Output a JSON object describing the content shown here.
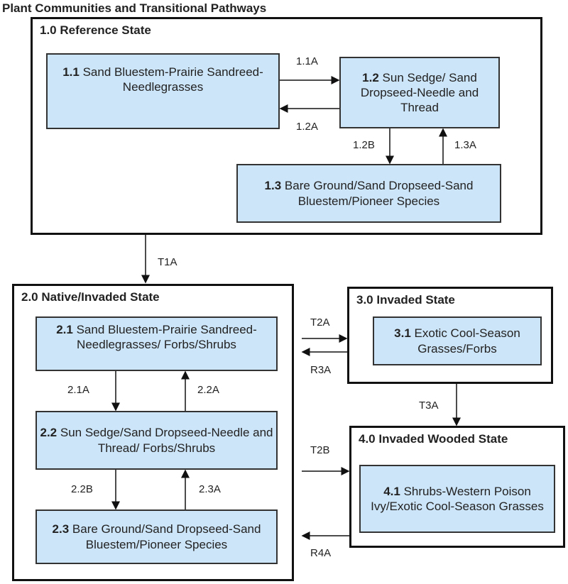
{
  "title": "Plant Communities and Transitional Pathways",
  "states": [
    {
      "id": "1.0",
      "title": "1.0 Reference State",
      "communities": [
        {
          "num": "1.1",
          "name": "Sand Bluestem-Prairie Sandreed-Needlegrasses"
        },
        {
          "num": "1.2",
          "name": "Sun Sedge/ Sand Dropseed-Needle and Thread"
        },
        {
          "num": "1.3",
          "name": "Bare Ground/Sand Dropseed-Sand Bluestem/Pioneer Species"
        }
      ]
    },
    {
      "id": "2.0",
      "title": "2.0 Native/Invaded State",
      "communities": [
        {
          "num": "2.1",
          "name": "Sand Bluestem-Prairie Sandreed-Needlegrasses/ Forbs/Shrubs"
        },
        {
          "num": "2.2",
          "name": "Sun Sedge/Sand Dropseed-Needle and Thread/ Forbs/Shrubs"
        },
        {
          "num": "2.3",
          "name": "Bare Ground/Sand Dropseed-Sand Bluestem/Pioneer Species"
        }
      ]
    },
    {
      "id": "3.0",
      "title": "3.0 Invaded State",
      "communities": [
        {
          "num": "3.1",
          "name": "Exotic Cool-Season Grasses/Forbs"
        }
      ]
    },
    {
      "id": "4.0",
      "title": "4.0 Invaded Wooded State",
      "communities": [
        {
          "num": "4.1",
          "name": "Shrubs-Western Poison Ivy/Exotic Cool-Season Grasses"
        }
      ]
    }
  ],
  "pathways": {
    "p11A": "1.1A",
    "p12A": "1.2A",
    "p12B": "1.2B",
    "p13A": "1.3A",
    "T1A": "T1A",
    "p21A": "2.1A",
    "p22A": "2.2A",
    "p22B": "2.2B",
    "p23A": "2.3A",
    "T2A": "T2A",
    "R3A": "R3A",
    "T3A": "T3A",
    "T2B": "T2B",
    "R4A": "R4A"
  },
  "colors": {
    "community_fill": "#cde5f8",
    "border": "#111111"
  }
}
